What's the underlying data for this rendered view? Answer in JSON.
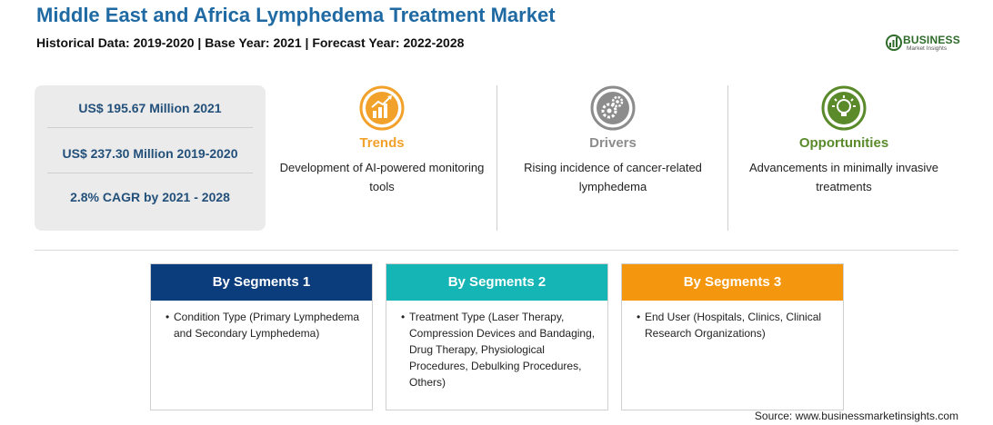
{
  "header": {
    "title": "Middle East and Africa Lymphedema Treatment Market",
    "subtitle": "Historical Data: 2019-2020 | Base Year: 2021 | Forecast Year: 2022-2028"
  },
  "logo": {
    "wordmark": "BUSINESS",
    "tagline": "Market Insights"
  },
  "stats": [
    "US$ 195.67 Million 2021",
    "US$ 237.30 Million 2019-2020",
    "2.8% CAGR by 2021 - 2028"
  ],
  "columns": {
    "trends": {
      "title": "Trends",
      "text": "Development of AI-powered monitoring tools",
      "color": "#f2a12a",
      "icon": "trend-chart-icon"
    },
    "drivers": {
      "title": "Drivers",
      "text": "Rising incidence of cancer-related lymphedema",
      "color": "#8c8c8c",
      "icon": "gears-icon"
    },
    "opportunities": {
      "title": "Opportunities",
      "text": "Advancements in minimally invasive treatments",
      "color": "#5a8a2a",
      "icon": "lightbulb-icon"
    }
  },
  "segments": [
    {
      "title": "By Segments 1",
      "color": "#0b3d7d",
      "text": "Condition Type (Primary Lymphedema and Secondary Lymphedema)"
    },
    {
      "title": "By Segments 2",
      "color": "#14b5b4",
      "text": "Treatment Type (Laser Therapy, Compression Devices and Bandaging, Drug Therapy, Physiological Procedures, Debulking Procedures, Others)"
    },
    {
      "title": "By Segments 3",
      "color": "#f5960f",
      "text": "End User (Hospitals, Clinics, Clinical Research Organizations)"
    }
  ],
  "source": "Source: www.businessmarketinsights.com"
}
